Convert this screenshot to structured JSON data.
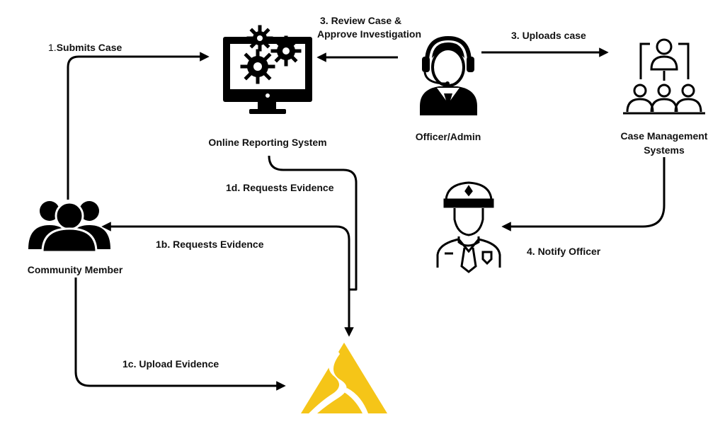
{
  "colors": {
    "ink": "#000000",
    "accent": "#F5C518",
    "background": "#FFFFFF"
  },
  "nodes": {
    "community": {
      "label": "Community Member",
      "icon": "people-group-icon"
    },
    "reporting": {
      "label": "Online Reporting  System",
      "icon": "computer-gears-icon"
    },
    "officer_admin": {
      "label": "Officer/Admin",
      "icon": "headset-operator-icon"
    },
    "case_mgmt": {
      "label_line1": "Case Management",
      "label_line2": "Systems",
      "icon": "org-team-icon"
    },
    "police": {
      "icon": "police-officer-icon"
    },
    "evidence_store": {
      "icon": "yellow-triangle-logo-icon"
    }
  },
  "edges": {
    "submits_case": {
      "num": "1.",
      "text": "Submits Case"
    },
    "review_case": {
      "line1": "3. Review Case &",
      "line2": "Approve Investigation"
    },
    "uploads_case": {
      "text": "3. Uploads case"
    },
    "requests_evidence_1d": {
      "text": "1d. Requests Evidence"
    },
    "requests_evidence_1b": {
      "text": "1b. Requests Evidence"
    },
    "upload_evidence": {
      "text": "1c. Upload Evidence"
    },
    "notify_officer": {
      "text": "4. Notify Officer"
    }
  }
}
